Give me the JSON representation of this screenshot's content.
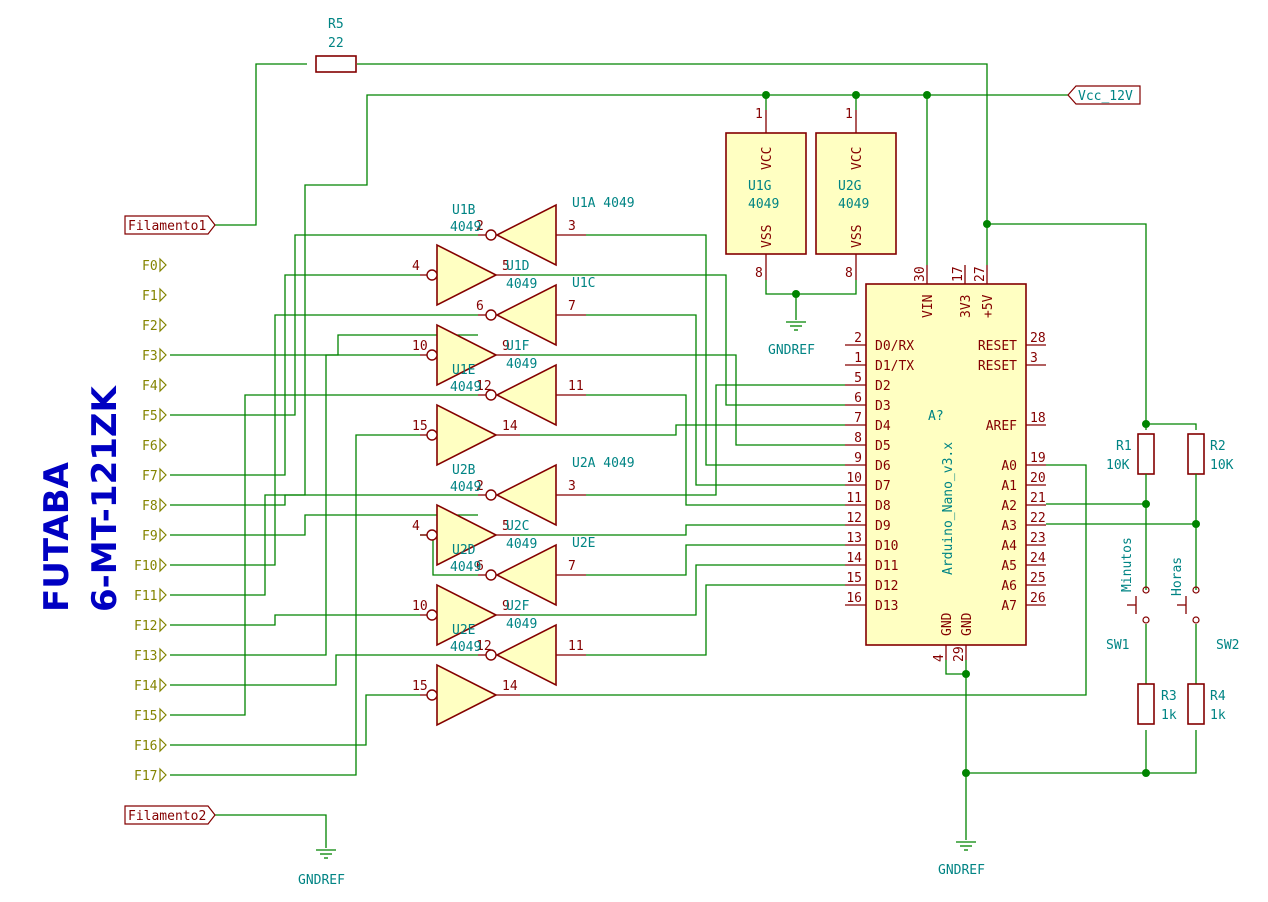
{
  "title": {
    "line1": "FUTABA",
    "line2": "6-MT-121ZK"
  },
  "r5": {
    "ref": "R5",
    "value": "22"
  },
  "vcc_label": "Vcc_12V",
  "filament1": "Filamento1",
  "filament2": "Filamento2",
  "fpins": [
    "F0",
    "F1",
    "F2",
    "F3",
    "F4",
    "F5",
    "F6",
    "F7",
    "F8",
    "F9",
    "F10",
    "F11",
    "F12",
    "F13",
    "F14",
    "F15",
    "F16",
    "F17"
  ],
  "u1g": {
    "ref": "U1G",
    "part": "4049",
    "vcc": "VCC",
    "vss": "VSS",
    "pin_top": "1",
    "pin_bot": "8"
  },
  "u2g": {
    "ref": "U2G",
    "part": "4049",
    "vcc": "VCC",
    "vss": "VSS",
    "pin_top": "1",
    "pin_bot": "8"
  },
  "gnd": "GNDREF",
  "arduino": {
    "ref": "A?",
    "part": "Arduino_Nano_v3.x",
    "top_pins": [
      {
        "num": "30",
        "name": "VIN"
      },
      {
        "num": "17",
        "name": "3V3"
      },
      {
        "num": "27",
        "name": "+5V"
      }
    ],
    "left_pins": [
      {
        "num": "2",
        "name": "D0/RX"
      },
      {
        "num": "1",
        "name": "D1/TX"
      },
      {
        "num": "5",
        "name": "D2"
      },
      {
        "num": "6",
        "name": "D3"
      },
      {
        "num": "7",
        "name": "D4"
      },
      {
        "num": "8",
        "name": "D5"
      },
      {
        "num": "9",
        "name": "D6"
      },
      {
        "num": "10",
        "name": "D7"
      },
      {
        "num": "11",
        "name": "D8"
      },
      {
        "num": "12",
        "name": "D9"
      },
      {
        "num": "13",
        "name": "D10"
      },
      {
        "num": "14",
        "name": "D11"
      },
      {
        "num": "15",
        "name": "D12"
      },
      {
        "num": "16",
        "name": "D13"
      }
    ],
    "right_pins": [
      {
        "num": "28",
        "name": "RESET"
      },
      {
        "num": "3",
        "name": "RESET"
      },
      {
        "num": "18",
        "name": "AREF"
      },
      {
        "num": "19",
        "name": "A0"
      },
      {
        "num": "20",
        "name": "A1"
      },
      {
        "num": "21",
        "name": "A2"
      },
      {
        "num": "22",
        "name": "A3"
      },
      {
        "num": "23",
        "name": "A4"
      },
      {
        "num": "24",
        "name": "A5"
      },
      {
        "num": "25",
        "name": "A6"
      },
      {
        "num": "26",
        "name": "A7"
      }
    ],
    "bottom_pins": [
      {
        "num": "4",
        "name": "GND"
      },
      {
        "num": "29",
        "name": "GND"
      }
    ]
  },
  "r1": {
    "ref": "R1",
    "value": "10K"
  },
  "r2": {
    "ref": "R2",
    "value": "10K"
  },
  "r3": {
    "ref": "R3",
    "value": "1k"
  },
  "r4": {
    "ref": "R4",
    "value": "1k"
  },
  "sw1": {
    "ref": "SW1",
    "name": "Minutos"
  },
  "sw2": {
    "ref": "SW2",
    "name": "Horas"
  },
  "gates": {
    "g1": {
      "ref": "U1B",
      "part": "4049",
      "in": "2",
      "out": "3",
      "extra": "U1A 4049"
    },
    "g2": {
      "in": "4",
      "out": "5",
      "ref": "U1D",
      "part": "4049"
    },
    "g3": {
      "in": "6",
      "out": "7",
      "extra": "U1C"
    },
    "g4": {
      "in": "10",
      "out": "9",
      "ref": "U1F",
      "part": "4049"
    },
    "g5": {
      "in": "12",
      "out": "11",
      "ref": "U1E",
      "part": "4049"
    },
    "g6": {
      "in": "15",
      "out": "14"
    },
    "g7": {
      "ref": "U2B",
      "part": "4049",
      "in": "2",
      "out": "3",
      "extra": "U2A 4049"
    },
    "g8": {
      "in": "4",
      "out": "5",
      "ref": "U2C",
      "part": "4049"
    },
    "g9": {
      "in": "6",
      "out": "7",
      "ref": "U2D",
      "part": "4049",
      "extra": "U2E"
    },
    "g10": {
      "in": "10",
      "out": "9",
      "ref": "U2F",
      "part": "4049"
    },
    "g11": {
      "in": "12",
      "out": "11",
      "ref": "U2E",
      "part": "4049"
    },
    "g12": {
      "in": "15",
      "out": "14"
    }
  }
}
